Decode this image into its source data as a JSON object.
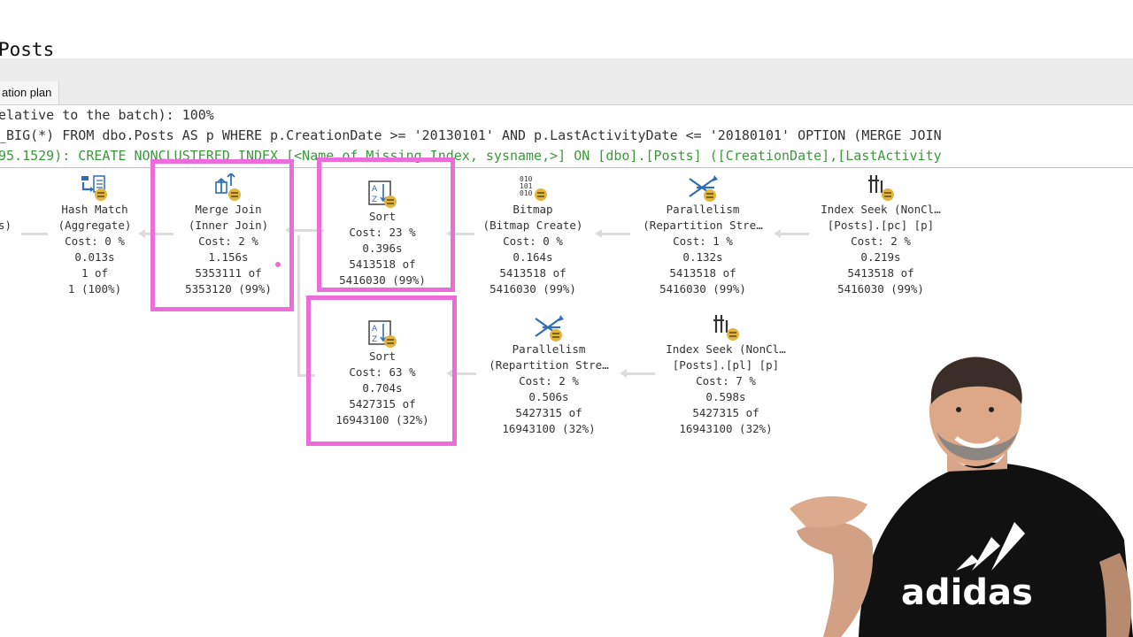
{
  "header": {
    "title": "Posts",
    "tab_label": "ation plan"
  },
  "query": {
    "cost_line": "elative to the batch): 100%",
    "sql_line": "_BIG(*) FROM dbo.Posts AS p WHERE p.CreationDate >= '20130101' AND p.LastActivityDate <= '20180101' OPTION (MERGE JOIN",
    "missing_index_line": "95.1529): CREATE NONCLUSTERED INDEX [<Name of Missing Index, sysname,>] ON [dbo].[Posts] ([CreationDate],[LastActivity"
  },
  "plan": {
    "partial_left": "s)",
    "hash_match": {
      "name": "Hash Match",
      "sub": "(Aggregate)",
      "cost": "Cost: 0 %",
      "time": "0.013s",
      "rows": "1 of",
      "est": "1 (100%)"
    },
    "merge_join": {
      "name": "Merge Join",
      "sub": "(Inner Join)",
      "cost": "Cost: 2 %",
      "time": "1.156s",
      "rows": "5353111 of",
      "est": "5353120 (99%)"
    },
    "sort_top": {
      "name": "Sort",
      "cost": "Cost: 23 %",
      "time": "0.396s",
      "rows": "5413518 of",
      "est": "5416030 (99%)"
    },
    "bitmap": {
      "name": "Bitmap",
      "sub": "(Bitmap Create)",
      "cost": "Cost: 0 %",
      "time": "0.164s",
      "rows": "5413518 of",
      "est": "5416030 (99%)"
    },
    "parallelism_top": {
      "name": "Parallelism",
      "sub": "(Repartition Stre…",
      "cost": "Cost: 1 %",
      "time": "0.132s",
      "rows": "5413518 of",
      "est": "5416030 (99%)"
    },
    "index_seek_top": {
      "name": "Index Seek (NonCl…",
      "sub": "[Posts].[pc] [p]",
      "cost": "Cost: 2 %",
      "time": "0.219s",
      "rows": "5413518 of",
      "est": "5416030 (99%)"
    },
    "sort_bottom": {
      "name": "Sort",
      "cost": "Cost: 63 %",
      "time": "0.704s",
      "rows": "5427315 of",
      "est": "16943100 (32%)"
    },
    "parallelism_bottom": {
      "name": "Parallelism",
      "sub": "(Repartition Stre…",
      "cost": "Cost: 2 %",
      "time": "0.506s",
      "rows": "5427315 of",
      "est": "16943100 (32%)"
    },
    "index_seek_bottom": {
      "name": "Index Seek (NonCl…",
      "sub": "[Posts].[pl] [p]",
      "cost": "Cost: 7 %",
      "time": "0.598s",
      "rows": "5427315 of",
      "est": "16943100 (32%)"
    }
  },
  "presenter": {
    "shirt_text": "adidas"
  },
  "colors": {
    "highlight": "#ec6cdc",
    "missing_index_text": "#3a9a3a",
    "icon_blue": "#2f6db5",
    "icon_gold": "#e3b43c"
  }
}
